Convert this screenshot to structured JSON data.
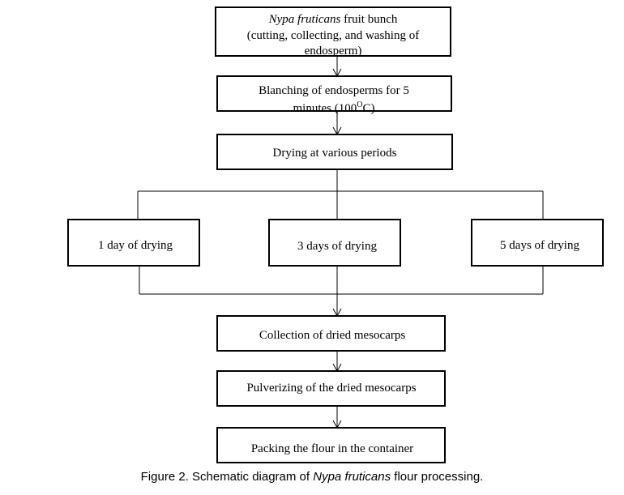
{
  "nodes": {
    "fruit_bunch": {
      "species": "Nypa fruticans",
      "line1_rest": " fruit bunch",
      "line2": "(cutting, collecting, and washing of",
      "line3": "endosperm)"
    },
    "blanching": {
      "line1": "Blanching of endosperms for 5",
      "line2_pre": "minutes (100",
      "line2_sup": "O",
      "line2_post": "C)"
    },
    "drying": {
      "label": "Drying at various periods"
    },
    "day1": {
      "label": "1 day of drying"
    },
    "day3": {
      "label": "3 days of drying"
    },
    "day5": {
      "label": "5 days of drying"
    },
    "collection": {
      "label": "Collection of dried mesocarps"
    },
    "pulverizing": {
      "label": "Pulverizing of the dried mesocarps"
    },
    "packing": {
      "label": "Packing the flour in the container"
    }
  },
  "caption": {
    "prefix": "Figure 2. Schematic diagram of ",
    "species": "Nypa fruticans",
    "suffix": " flour processing."
  }
}
